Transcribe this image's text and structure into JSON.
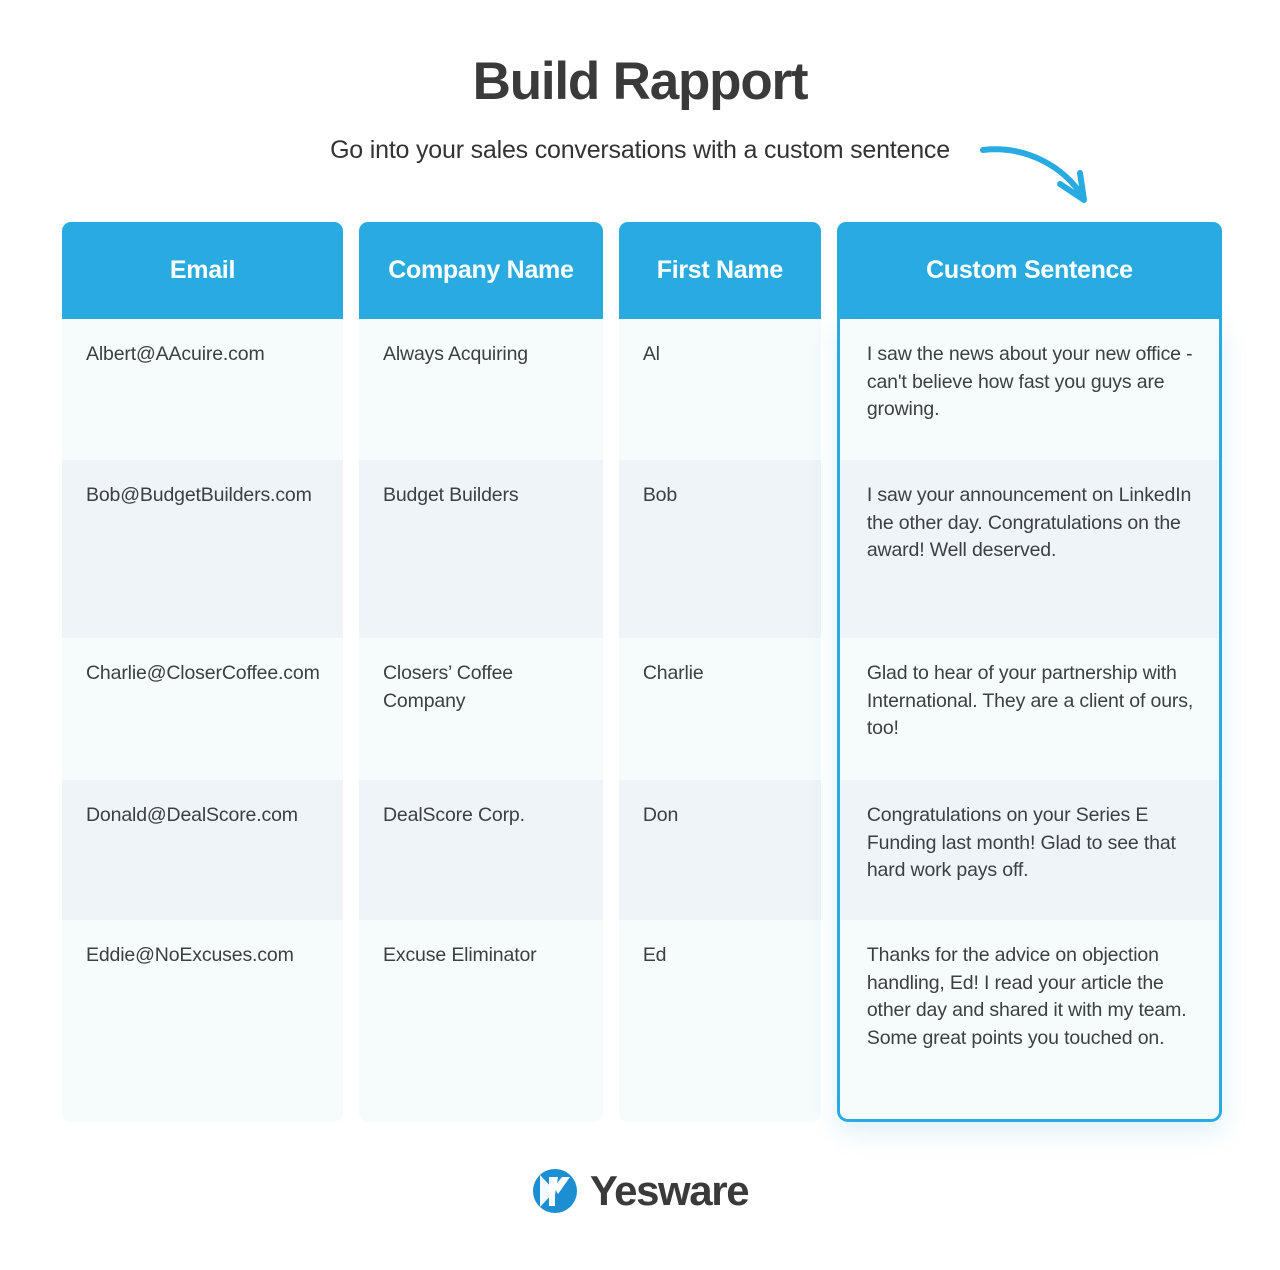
{
  "header": {
    "title": "Build Rapport",
    "subtitle": "Go into your sales conversations with a custom sentence",
    "arrow_icon": "curved-arrow-icon",
    "accent_color": "#29abe2",
    "title_color": "#3a3a3a"
  },
  "table": {
    "columns": [
      {
        "key": "email",
        "label": "Email"
      },
      {
        "key": "company",
        "label": "Company Name"
      },
      {
        "key": "first",
        "label": "First Name"
      },
      {
        "key": "custom",
        "label": "Custom Sentence",
        "highlighted": true
      }
    ],
    "rows": [
      {
        "email": "Albert@AAcuire.com",
        "company": "Always Acquiring",
        "first": "Al",
        "custom": "I saw the news about your new office - can't believe how fast you guys are growing."
      },
      {
        "email": "Bob@BudgetBuilders.com",
        "company": "Budget Builders",
        "first": "Bob",
        "custom": "I saw your announcement on LinkedIn the other day. Congratulations on the award! Well deserved."
      },
      {
        "email": "Charlie@CloserCoffee.com",
        "company": "Closers’ Coffee Company",
        "first": "Charlie",
        "custom": "Glad to hear of your partnership with International. They are a client of ours, too!"
      },
      {
        "email": "Donald@DealScore.com",
        "company": "DealScore Corp.",
        "first": "Don",
        "custom": "Congratulations on your Series E Funding last month! Glad to see that hard work pays off."
      },
      {
        "email": "Eddie@NoExcuses.com",
        "company": "Excuse Eliminator",
        "first": "Ed",
        "custom": "Thanks for the advice on objection handling, Ed! I read your article the other day and shared it with my team. Some great points you touched on."
      }
    ],
    "row_colors": [
      "#f6fbfc",
      "#eef4f8"
    ]
  },
  "footer": {
    "brand": "Yesware",
    "logo_icon": "yesware-logo-icon",
    "logo_color": "#1b8fd1"
  }
}
